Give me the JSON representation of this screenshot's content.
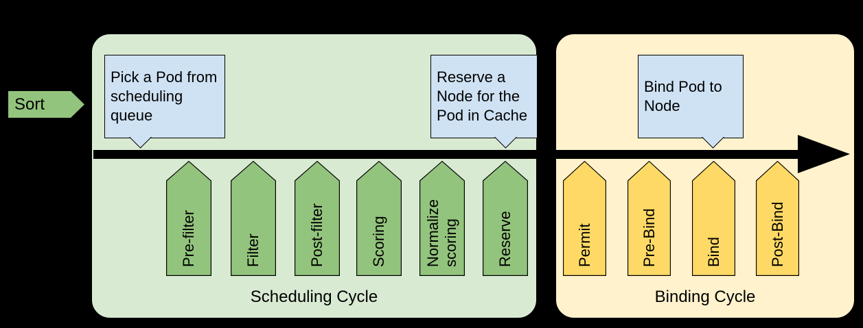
{
  "colors": {
    "canvas_bg": "#000000",
    "scheduling_bg": "#d9ead3",
    "scheduling_step": "#93c47d",
    "binding_bg": "#fff2cc",
    "binding_step": "#ffd966",
    "callout_bg": "#cfe2f3",
    "outline": "#000000",
    "arrow": "#000000"
  },
  "sort": {
    "label": "Sort"
  },
  "scheduling_cycle": {
    "label": "Scheduling Cycle",
    "callouts": [
      {
        "text": "Pick a Pod from scheduling queue"
      },
      {
        "text": "Reserve a Node for the Pod in Cache"
      }
    ],
    "steps": [
      "Pre-filter",
      "Filter",
      "Post-filter",
      "Scoring",
      "Normalize scoring",
      "Reserve"
    ]
  },
  "binding_cycle": {
    "label": "Binding Cycle",
    "callouts": [
      {
        "text": "Bind Pod to Node"
      }
    ],
    "steps": [
      "Permit",
      "Pre-Bind",
      "Bind",
      "Post-Bind"
    ]
  }
}
